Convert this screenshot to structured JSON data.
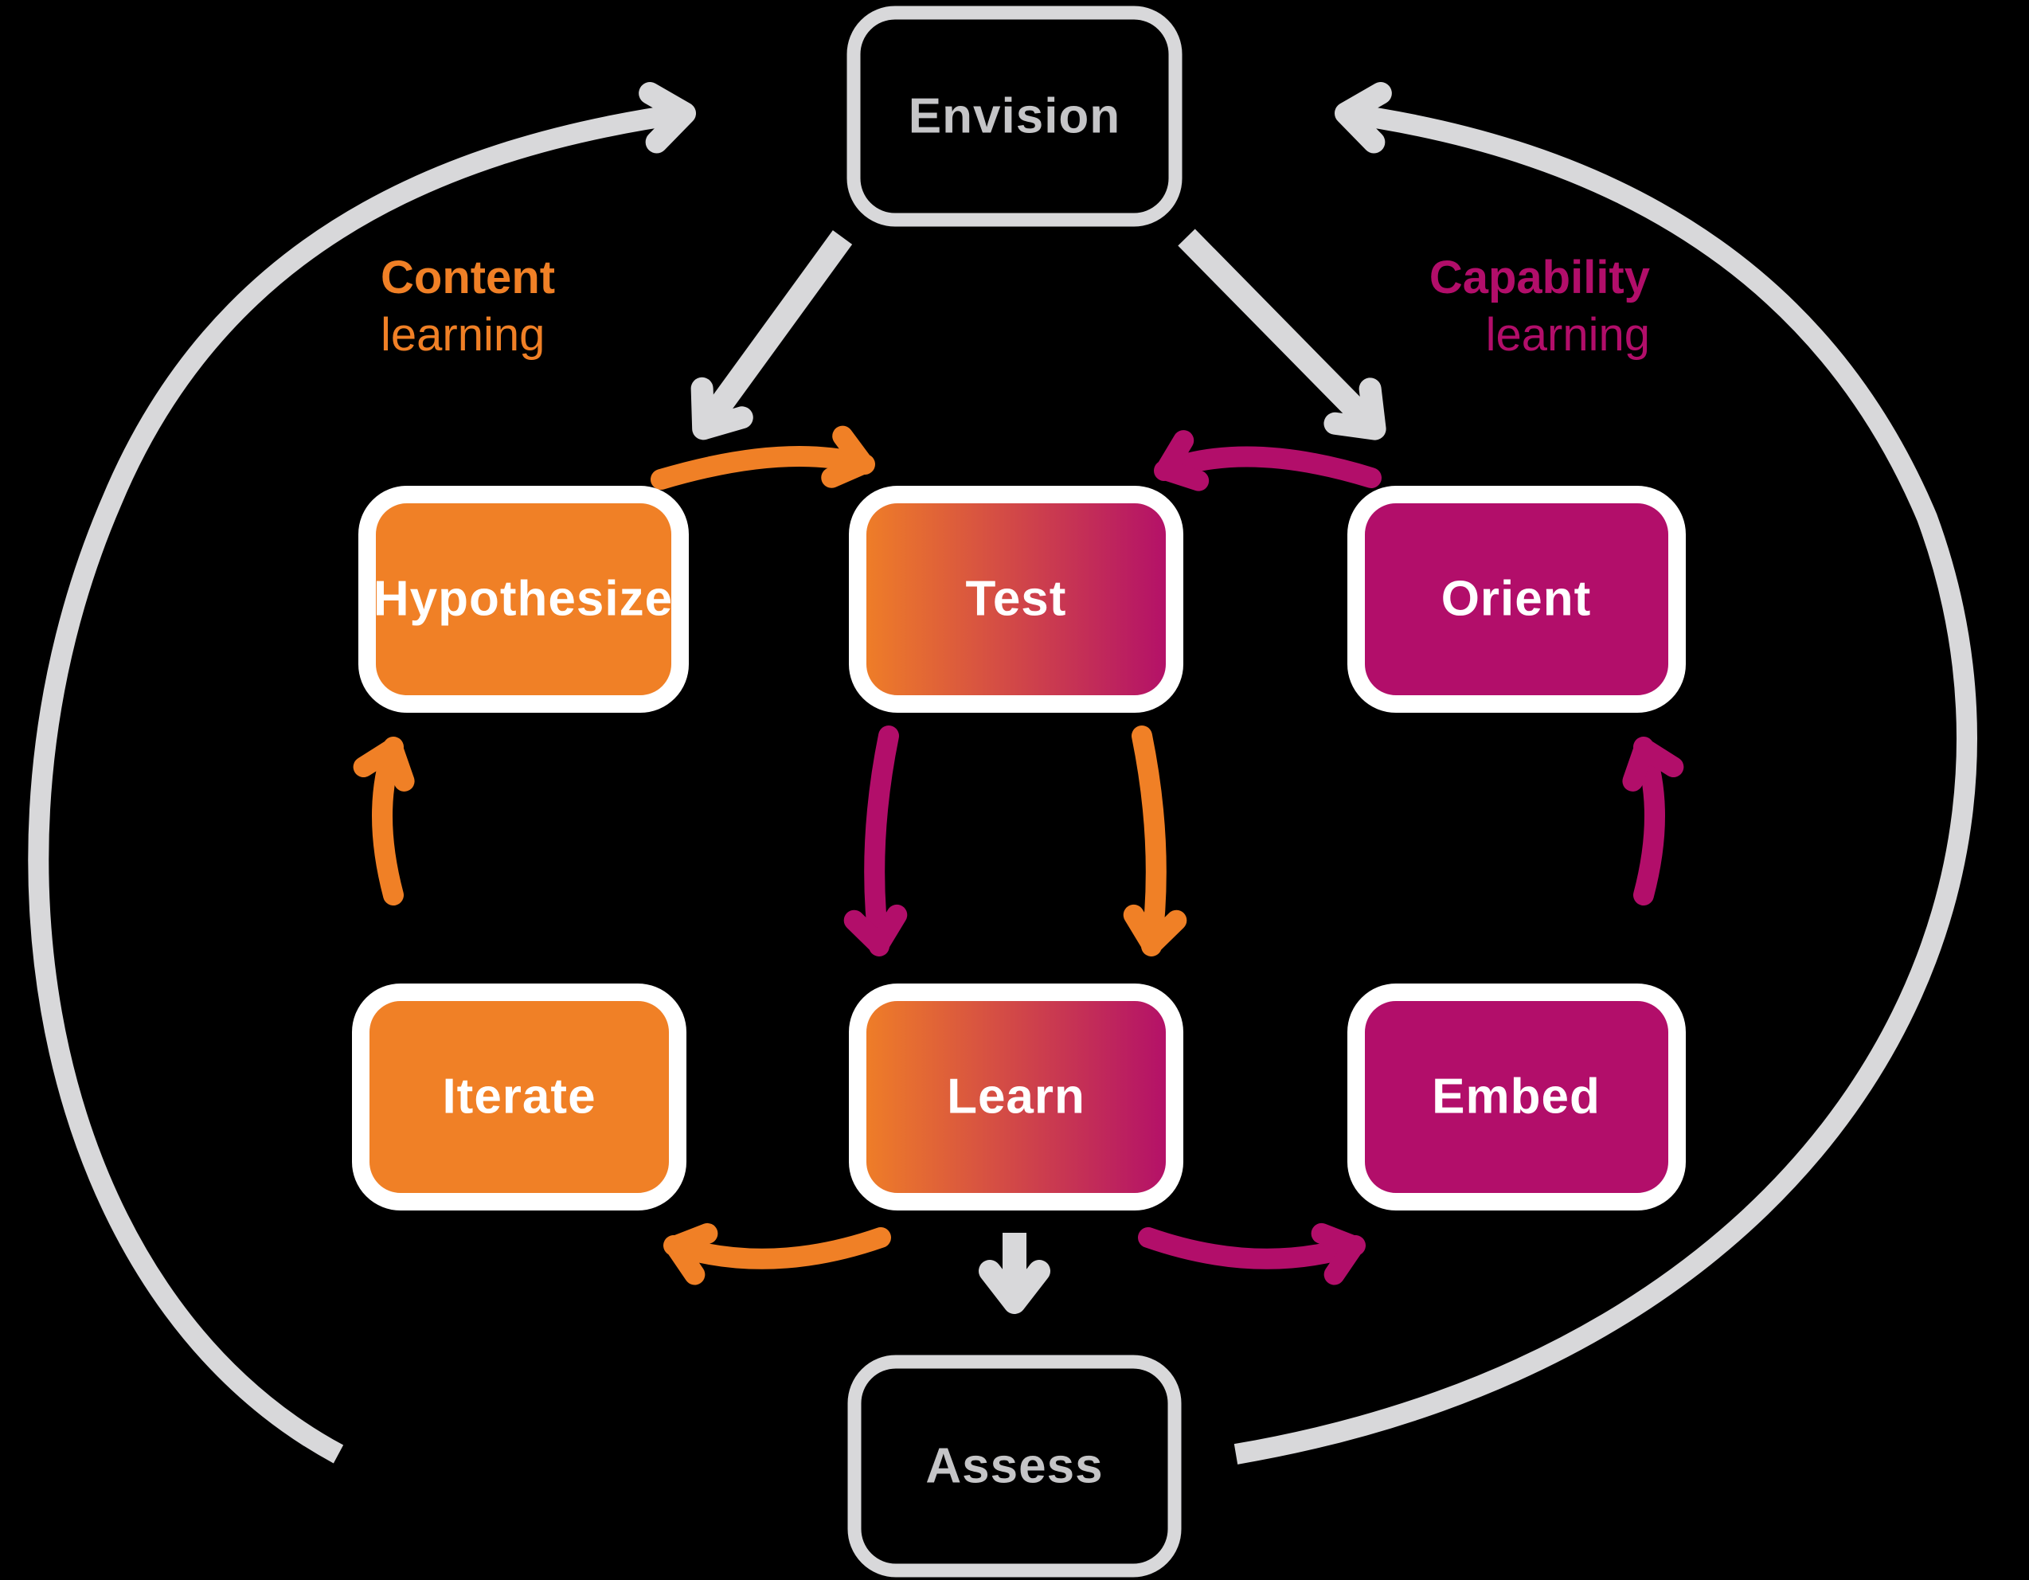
{
  "diagram": {
    "nodes": {
      "envision": {
        "label": "Envision"
      },
      "hypothesize": {
        "label": "Hypothesize"
      },
      "test": {
        "label": "Test"
      },
      "orient": {
        "label": "Orient"
      },
      "iterate": {
        "label": "Iterate"
      },
      "learn": {
        "label": "Learn"
      },
      "embed": {
        "label": "Embed"
      },
      "assess": {
        "label": "Assess"
      }
    },
    "side_labels": {
      "content": {
        "bold": "Content",
        "regular": "learning"
      },
      "capability": {
        "bold": "Capability",
        "regular": "learning"
      }
    },
    "edges": [
      {
        "from": "assess",
        "to": "envision",
        "via": "outer-left-arc",
        "color_key": "gray"
      },
      {
        "from": "assess",
        "to": "envision",
        "via": "outer-right-arc",
        "color_key": "gray"
      },
      {
        "from": "envision",
        "to": "hypothesize",
        "color_key": "gray"
      },
      {
        "from": "envision",
        "to": "orient",
        "color_key": "gray"
      },
      {
        "from": "hypothesize",
        "to": "test",
        "color_key": "orange"
      },
      {
        "from": "orient",
        "to": "test",
        "color_key": "magenta"
      },
      {
        "from": "test",
        "to": "learn",
        "side": "left",
        "color_key": "magenta"
      },
      {
        "from": "test",
        "to": "learn",
        "side": "right",
        "color_key": "orange"
      },
      {
        "from": "iterate",
        "to": "hypothesize",
        "color_key": "orange"
      },
      {
        "from": "embed",
        "to": "orient",
        "color_key": "magenta"
      },
      {
        "from": "learn",
        "to": "iterate",
        "color_key": "orange"
      },
      {
        "from": "learn",
        "to": "embed",
        "color_key": "magenta"
      },
      {
        "from": "learn",
        "to": "assess",
        "color_key": "gray"
      }
    ]
  },
  "colors": {
    "background": "#000000",
    "orange": "#F08026",
    "magenta": "#B20E6A",
    "gray": "#D8D8DA",
    "dark_box_text": "#C5C5C7",
    "white": "#FFFFFF"
  }
}
